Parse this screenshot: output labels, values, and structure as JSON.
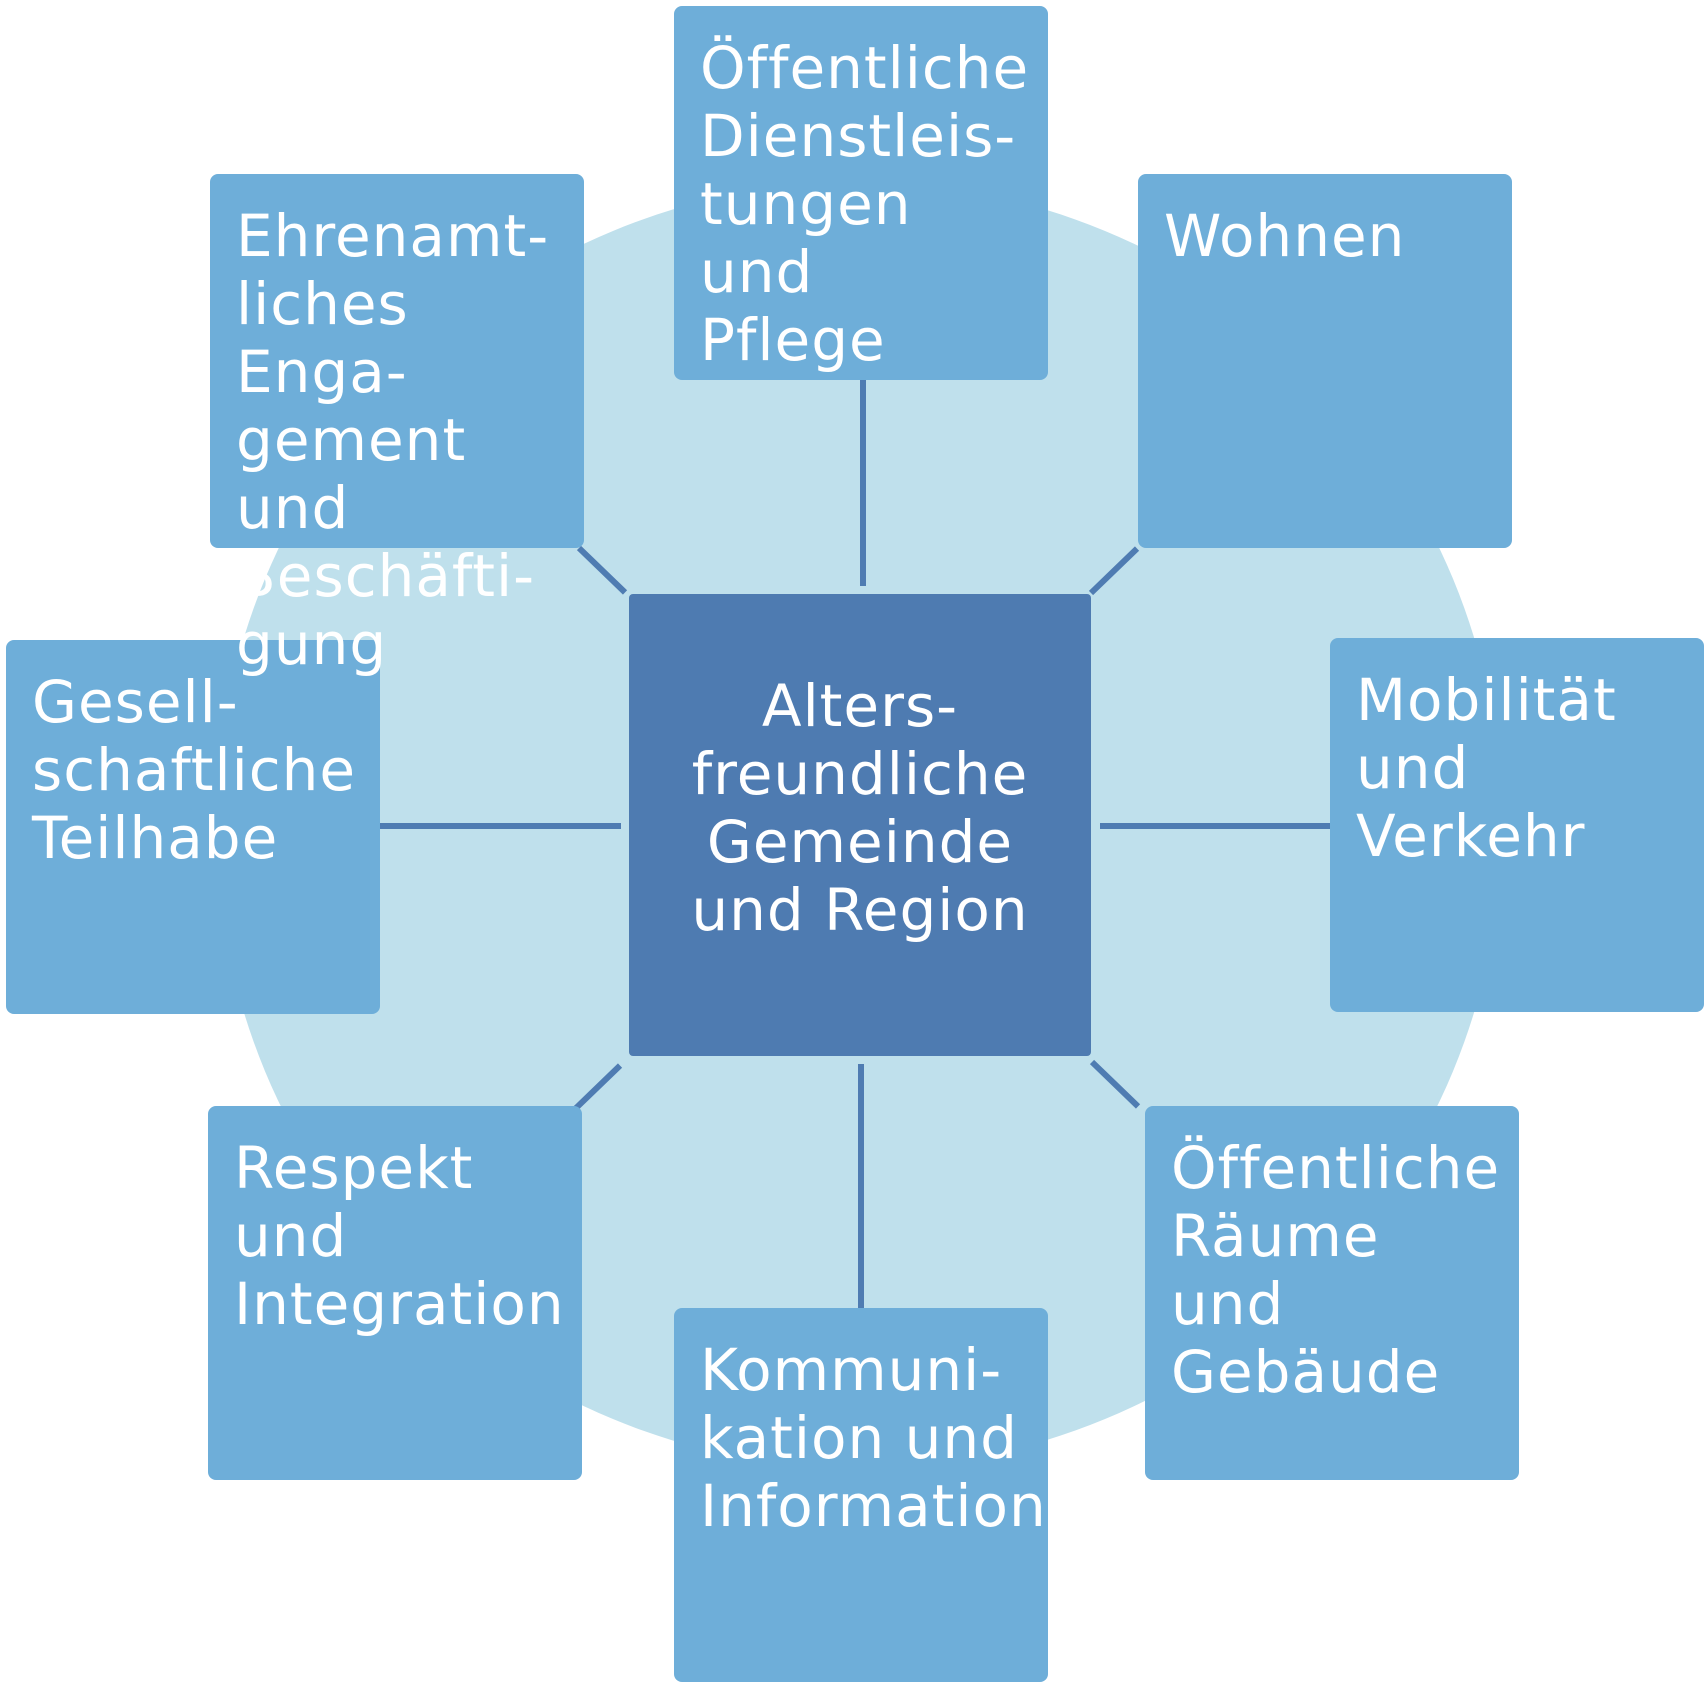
{
  "center": {
    "label": "Alters-\nfreundliche\nGemeinde\nund Region"
  },
  "nodes": {
    "top": "Öffentliche\nDienstleis-\ntungen und\nPflege",
    "top_right": "Wohnen",
    "right": "Mobilität\nund Verkehr",
    "bottom_right": "Öffentliche\nRäume und\nGebäude",
    "bottom": "Kommuni-\nkation und\nInformation",
    "bottom_left": "Respekt\nund\nIntegration",
    "left": "Gesell-\nschaftliche\nTeilhabe",
    "top_left": "Ehrenamt-\nliches Enga-\ngement und\nBeschäfti-\ngung"
  },
  "colors": {
    "background_circle": "#bfe0ec",
    "outer_box": "#6eaed9",
    "center_box": "#4e7bb1",
    "connector": "#4f7cb2",
    "text": "#ffffff"
  }
}
